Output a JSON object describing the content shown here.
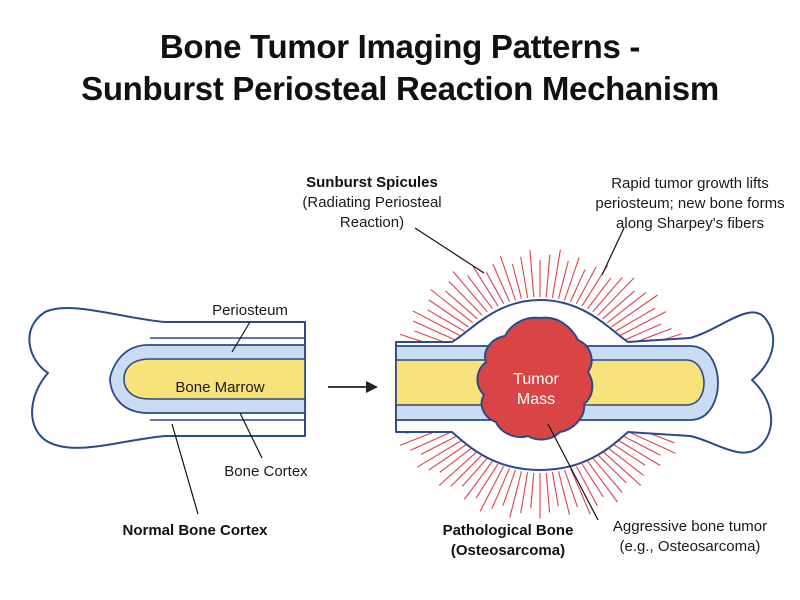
{
  "title": {
    "line1": "Bone Tumor Imaging Patterns -",
    "line2": "Sunburst Periosteal Reaction Mechanism"
  },
  "labels": {
    "periosteum": "Periosteum",
    "bone_marrow": "Bone Marrow",
    "bone_cortex": "Bone Cortex",
    "normal_bone_cortex": "Normal Bone Cortex",
    "sunburst_title": "Sunburst Spicules",
    "sunburst_line2": "(Radiating Periosteal",
    "sunburst_line3": "Reaction)",
    "mechanism_line1": "Rapid tumor growth lifts",
    "mechanism_line2": "periosteum; new bone forms",
    "mechanism_line3": "along Sharpey's fibers",
    "tumor_line1": "Tumor",
    "tumor_line2": "Mass",
    "pathological_line1": "Pathological Bone",
    "pathological_line2": "(Osteosarcoma)",
    "aggressive_line1": "Aggressive bone tumor",
    "aggressive_line2": "(e.g., Osteosarcoma)"
  },
  "colors": {
    "outline": "#2b4a8a",
    "cortex": "#c9dcf2",
    "marrow": "#f8e27a",
    "tumor": "#d94545",
    "spicule": "#d94545"
  }
}
